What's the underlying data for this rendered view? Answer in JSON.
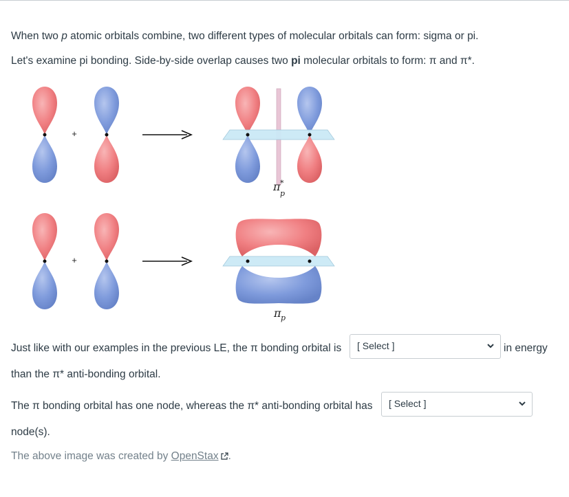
{
  "intro": {
    "line1_pre": "When two ",
    "line1_italic": "p",
    "line1_post": " atomic orbitals combine, two different types of molecular orbitals can form: sigma or pi.",
    "line2_pre": "Let's examine pi bonding. Side-by-side overlap causes two ",
    "line2_bold": "pi",
    "line2_post": " molecular orbitals to form: π and π*."
  },
  "figure": {
    "plus_sign": "+",
    "label_antibonding": "π",
    "label_antibonding_sup": "*",
    "label_antibonding_sub": "p",
    "label_bonding": "π",
    "label_bonding_sub": "p",
    "colors": {
      "red_lobe": "#f07f82",
      "blue_lobe": "#7f9bdc",
      "plane": "#cbe9f6",
      "nodal_plane": "#e9c6d6"
    }
  },
  "question1": {
    "text_before": "Just like with our examples in the previous LE, the π bonding orbital is",
    "select_value": "[ Select ]",
    "text_after": "in energy",
    "text_continued": "than the π* anti-bonding orbital."
  },
  "question2": {
    "text_before": "The π bonding orbital has one node, whereas the π* anti-bonding orbital has",
    "select_value": "[ Select ]",
    "text_continued": "node(s)."
  },
  "credit": {
    "text_before": "The above image was created by ",
    "link_text": "OpenStax",
    "text_after": "."
  }
}
